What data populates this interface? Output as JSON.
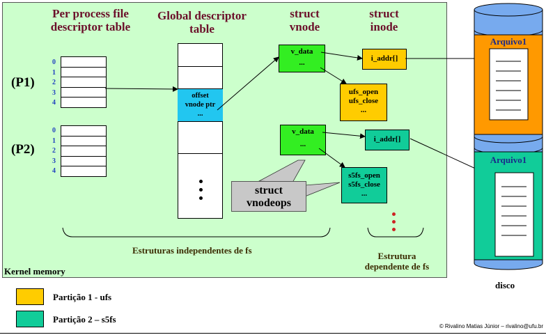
{
  "headers": {
    "per_process": "Per process file descriptor table",
    "global": "Global descriptor table",
    "vnode": "struct vnode",
    "inode": "struct inode"
  },
  "processes": [
    {
      "label": "(P1)",
      "indices": [
        "0",
        "1",
        "2",
        "3",
        "4"
      ]
    },
    {
      "label": "(P2)",
      "indices": [
        "0",
        "1",
        "2",
        "3",
        "4"
      ]
    }
  ],
  "global_entry": {
    "offset": "offset",
    "vnode_ptr": "vnode ptr",
    "more": "..."
  },
  "vnode1": {
    "v_data": "v_data",
    "more": "..."
  },
  "vnode2": {
    "v_data": "v_data",
    "more": "..."
  },
  "inode1": {
    "addr": "i_addr[]"
  },
  "inode2": {
    "addr": "i_addr[]"
  },
  "ufs_ops": {
    "open": "ufs_open",
    "close": "ufs_close",
    "more": "..."
  },
  "s5fs_ops": {
    "open": "s5fs_open",
    "close": "s5fs_close",
    "more": "..."
  },
  "vnodeops_callout": "struct vnodeops",
  "labels": {
    "independent": "Estruturas independentes de fs",
    "dependent": "Estrutura dependente de fs",
    "kernel": "Kernel memory",
    "disco": "disco"
  },
  "disk": {
    "file1": "Arquivo1",
    "file2": "Arquivo1"
  },
  "legend": [
    {
      "color": "#ffcc00",
      "label": "Partição 1 - ufs"
    },
    {
      "color": "#11cc99",
      "label": "Partição 2 – s5fs"
    }
  ],
  "footer": "© Rivalino Matias Júnior – rivalino@ufu.br",
  "colors": {
    "kernel_bg": "#ccffcc",
    "vnode": "#33ee22",
    "ufs": "#ffcc00",
    "s5fs": "#11cc99",
    "file_entry": "#22c6f0",
    "header": "#6b0f2a",
    "index": "#1f3fbf",
    "disk_body": "#77aaee",
    "disk_file1": "#ff9900",
    "dots": "#cc2222"
  }
}
